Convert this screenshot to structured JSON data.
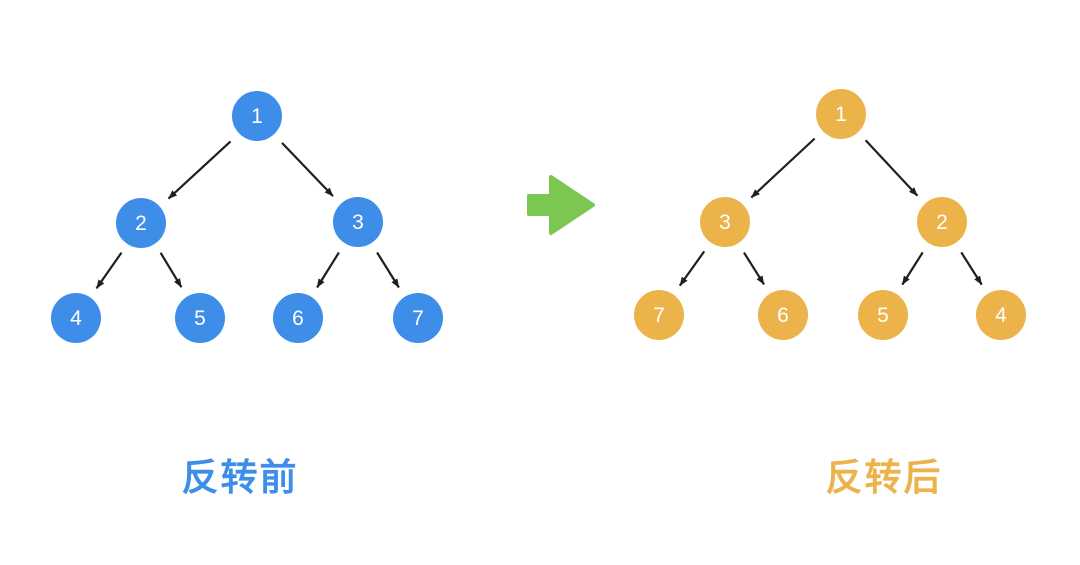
{
  "colors": {
    "node_blue": "#3E8EE9",
    "node_orange": "#EBB34A",
    "arrow_green": "#7BC752",
    "edge_black": "#1F1F1F",
    "node_text_white": "#FFFFFF"
  },
  "before_tree": {
    "label": "反转前",
    "nodes": [
      {
        "value": "1"
      },
      {
        "value": "2"
      },
      {
        "value": "3"
      },
      {
        "value": "4"
      },
      {
        "value": "5"
      },
      {
        "value": "6"
      },
      {
        "value": "7"
      }
    ],
    "edges": [
      [
        "1",
        "2"
      ],
      [
        "1",
        "3"
      ],
      [
        "2",
        "4"
      ],
      [
        "2",
        "5"
      ],
      [
        "3",
        "6"
      ],
      [
        "3",
        "7"
      ]
    ]
  },
  "after_tree": {
    "label": "反转后",
    "nodes": [
      {
        "value": "1"
      },
      {
        "value": "3"
      },
      {
        "value": "2"
      },
      {
        "value": "7"
      },
      {
        "value": "6"
      },
      {
        "value": "5"
      },
      {
        "value": "4"
      }
    ],
    "edges": [
      [
        "1",
        "3"
      ],
      [
        "1",
        "2"
      ],
      [
        "3",
        "7"
      ],
      [
        "3",
        "6"
      ],
      [
        "2",
        "5"
      ],
      [
        "2",
        "4"
      ]
    ]
  }
}
